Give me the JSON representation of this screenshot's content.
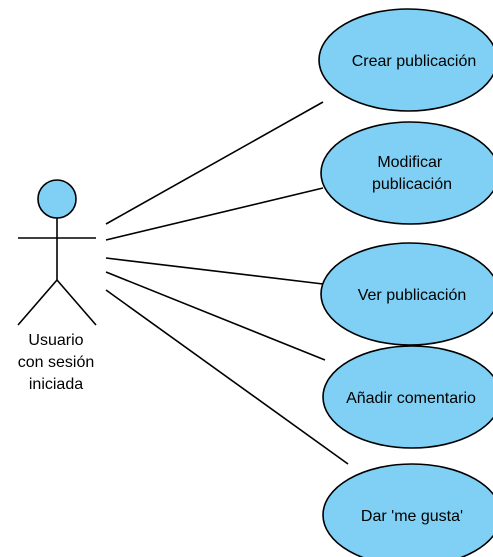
{
  "actor": {
    "label_lines": [
      "Usuario",
      "con sesión",
      "iniciada"
    ]
  },
  "use_cases": [
    {
      "lines": [
        "Crear publicación"
      ]
    },
    {
      "lines": [
        "Modificar",
        "publicación"
      ]
    },
    {
      "lines": [
        "Ver publicación"
      ]
    },
    {
      "lines": [
        "Añadir comentario"
      ]
    },
    {
      "lines": [
        "Dar 'me gusta'"
      ]
    }
  ],
  "colors": {
    "ellipse_fill": "#7fd0f4",
    "stroke": "#000000"
  }
}
